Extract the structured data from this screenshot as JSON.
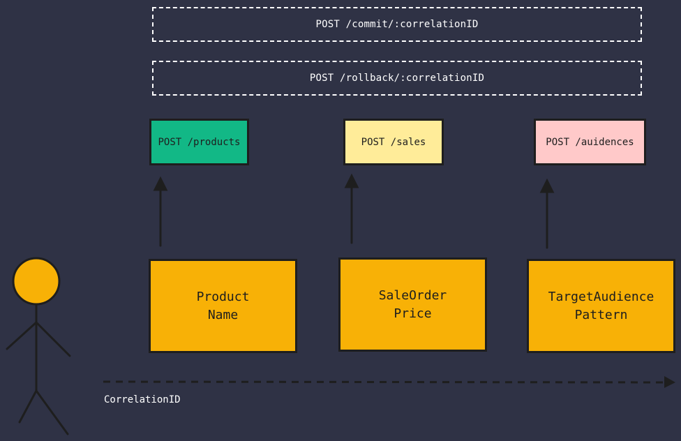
{
  "transactions": {
    "commit": "POST /commit/:correlationID",
    "rollback": "POST /rollback/:correlationID"
  },
  "endpoints": [
    {
      "label": "POST /products",
      "color": "#12b886"
    },
    {
      "label": "POST /sales",
      "color": "#ffec99"
    },
    {
      "label": "POST /auidences",
      "color": "#ffc9c9"
    }
  ],
  "entities": [
    {
      "line1": "Product",
      "line2": "Name"
    },
    {
      "line1": "SaleOrder",
      "line2": "Price"
    },
    {
      "line1": "TargetAudience",
      "line2": "Pattern"
    }
  ],
  "timeline": {
    "label": "CorrelationID"
  },
  "colors": {
    "background": "#2f3245",
    "entity_fill": "#f8b106",
    "actor_head": "#f8b106",
    "stroke": "#1e1e1e",
    "dashed": "#ffffff"
  }
}
